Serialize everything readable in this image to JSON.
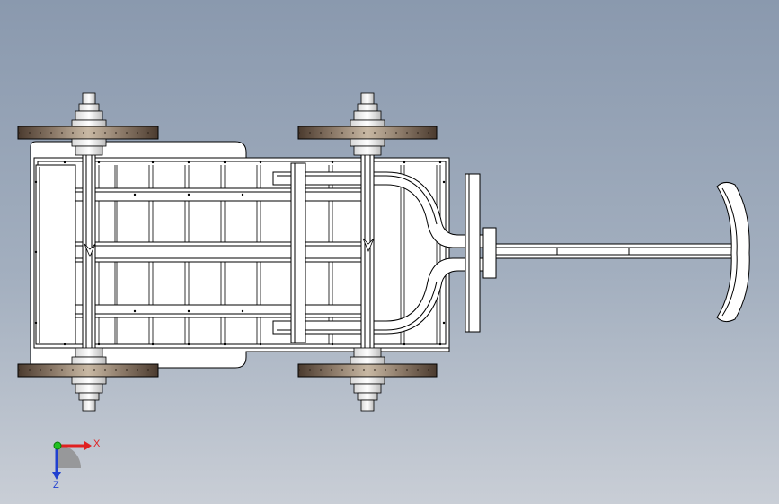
{
  "triad": {
    "x_label": "X",
    "z_label": "Z",
    "x_color": "#e02020",
    "z_color": "#2040d0",
    "y_color": "#20c020"
  },
  "model": {
    "name": "wagon-cart-top-view"
  },
  "colors": {
    "background_top": "#8a99ae",
    "background_bottom": "#c9ced6",
    "wheel_tread": "#5b4a3c",
    "edge": "#000000",
    "face": "#ffffff"
  }
}
